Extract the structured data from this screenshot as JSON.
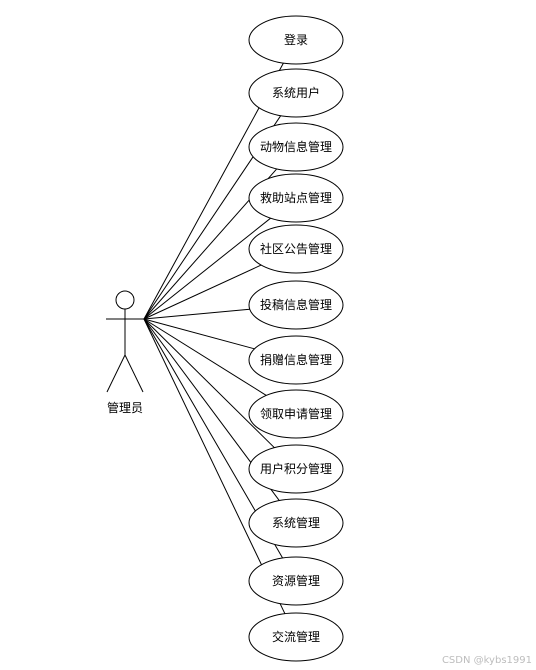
{
  "actor": {
    "label": "管理员"
  },
  "use_cases": [
    {
      "label": "登录"
    },
    {
      "label": "系统用户"
    },
    {
      "label": "动物信息管理"
    },
    {
      "label": "救助站点管理"
    },
    {
      "label": "社区公告管理"
    },
    {
      "label": "投稿信息管理"
    },
    {
      "label": "捐赠信息管理"
    },
    {
      "label": "领取申请管理"
    },
    {
      "label": "用户积分管理"
    },
    {
      "label": "系统管理"
    },
    {
      "label": "资源管理"
    },
    {
      "label": "交流管理"
    }
  ],
  "watermark": "CSDN @kybs1991",
  "colors": {
    "stroke": "#000000",
    "background": "#ffffff",
    "watermark": "#bdbdbd"
  }
}
